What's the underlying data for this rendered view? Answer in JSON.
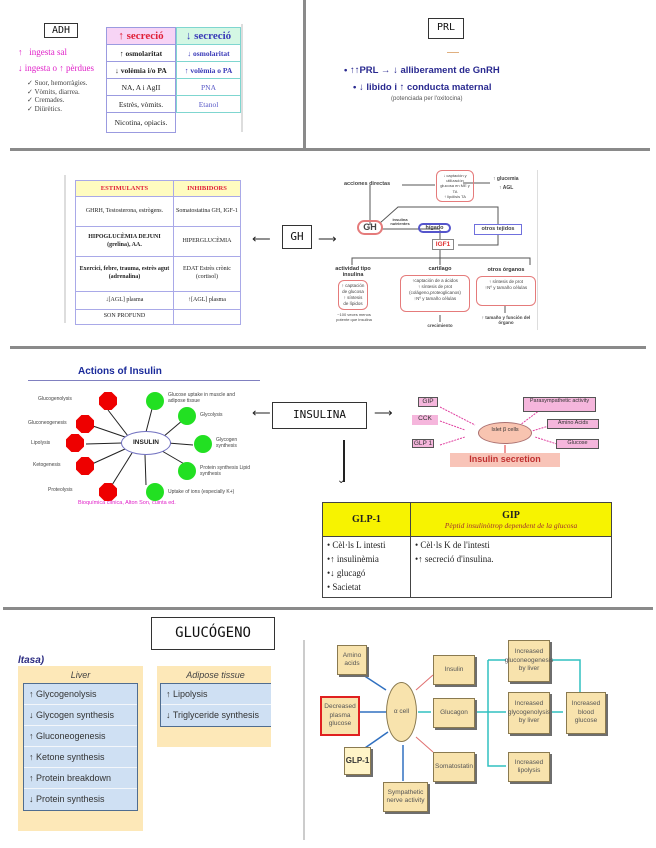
{
  "adh": {
    "title": "ADH",
    "left_items": [
      {
        "arrow": "↑",
        "text": "ingesta sal"
      },
      {
        "arrow": "↓",
        "text": "ingesta o ↑ pèrdues"
      }
    ],
    "causes": [
      "✓ Suor, hemorràgies.",
      "✓ Vòmits, diarrea.",
      "✓ Cremades.",
      "✓ Diürètics."
    ],
    "table": {
      "increase_header": "↑ secreció",
      "decrease_header": "↓ secreció",
      "increase_rows": [
        "↑ osmolaritat",
        "↓ volèmia i/o PA",
        "NA, A i AgII",
        "Estrès, vòmits.",
        "Nicotina, opiacis."
      ],
      "decrease_rows": [
        "↓ osmolaritat",
        "↑ volèmia o PA",
        "PNA",
        "Etanol"
      ]
    }
  },
  "prl": {
    "title": "PRL",
    "bullets": [
      "• ↑↑PRL → ↓ alliberament de GnRH",
      "• ↓ libido i ↑ conducta maternal"
    ],
    "note": "(potenciada per l'oxitocina)"
  },
  "gh": {
    "title": "GH",
    "table": {
      "headers": [
        "ESTIMULANTS",
        "INHIBIDORS"
      ],
      "rows": [
        [
          "GHRH, Testosterona, estrògens.",
          "Somatostatina GH, IGF-1"
        ],
        [
          "HIPOGLUCÈMIA DEJUNI (grelina), AA.",
          "HIPERGLUCÈMIA"
        ],
        [
          "Exercici, febre, trauma, estrès agut (adrenalina)",
          "EDAT Estrès crònic (cortisol)"
        ],
        [
          "↓[AGL] plasma",
          "↑[AGL] plasma"
        ],
        [
          "SON PROFUND",
          ""
        ]
      ]
    },
    "diagram": {
      "gh_node": "GH",
      "direct": "acciones directas",
      "direct_box": "↓ captación y utilización glucosa en ME y TA\n↑ lipólisis TA",
      "direct_out": [
        "↑ glucemia",
        "↑ AGL"
      ],
      "insulin_note": "insulina nutrientes",
      "liver": "hígado",
      "other_tissues": "otros tejidos",
      "igf1": "IGF1",
      "branches": [
        {
          "title": "actividad tipo insulina",
          "box": "↑ captación de glucosa\n↑ síntesis de lípidos",
          "note": "~100 veces menos potente que insulina"
        },
        {
          "title": "cartílago",
          "box": "↑captación de a ácidos\n↑ síntesis de prot (colágeno,proteoglicanos)\n↑Nº y tamaño células",
          "note": "crecimiento"
        },
        {
          "title": "otros órganos",
          "box": "↑ síntesis de prot\n↑Nº y tamaño células",
          "note": "↑ tamaño y función del órgano"
        }
      ]
    }
  },
  "insulin": {
    "title": "INSULINA",
    "actions_title": "Actions of Insulin",
    "center": "INSULIN",
    "inhibits": [
      "Glucogenolysis",
      "Gluconeogenesis",
      "Lipolysis",
      "Ketogenesis",
      "Proteolysis"
    ],
    "stimulates": [
      "Glucose uptake in muscle and adipose tissue",
      "Glycolysis",
      "Glycogen synthesis",
      "Protein synthesis Lipid synthesis",
      "Uptake of ions (especially K+)"
    ],
    "credit": "Bioquímica clínica, Alton Son, cuinta ed.",
    "secretion": {
      "center": "Islet β cells",
      "output": "Insulin secretion",
      "inputs": [
        "GIP",
        "CCK",
        "GLP 1",
        "Parasympathetic activity",
        "Amino Acids",
        "Glucose"
      ]
    },
    "table": {
      "headers": [
        "GLP-1",
        "GIP"
      ],
      "gip_subtitle": "Pèptid insulinòtrop dependent de la glucosa",
      "glp1_items": [
        "• Cèl·ls L intesti",
        "•↑ insulinèmia",
        "•↓ glucagó",
        "• Sacietat"
      ],
      "gip_items": [
        "• Cèl·ls K de l'intesti",
        "•↑ secreció d'insulina."
      ]
    }
  },
  "glucagon": {
    "title": "GLUCÓGENO",
    "cut_heading": "ltasa)",
    "liver": {
      "title": "Liver",
      "items": [
        "↑ Glycogenolysis",
        "↓ Glycogen synthesis",
        "↑ Gluconeogenesis",
        "↑ Ketone synthesis",
        "↑ Protein breakdown",
        "↓ Protein synthesis"
      ]
    },
    "adipose": {
      "title": "Adipose tissue",
      "items": [
        "↑ Lipolysis",
        "↓ Triglyceride synthesis"
      ]
    },
    "diagram": {
      "alpha_cell": "α cell",
      "amino": "Amino acids",
      "decreased": "Decreased plasma glucose",
      "glp1": "GLP-1",
      "sympathetic": "Sympathetic nerve activity",
      "insulin": "Insulin",
      "glucagon": "Glucagon",
      "somatostatin": "Somatostatin",
      "gluconeo": "Increased gluconeogenesis by liver",
      "glycogenolysis": "Increased glycogenolysis by liver",
      "lipolysis": "Increased lipolysis",
      "blood": "Increased blood glucose"
    }
  }
}
